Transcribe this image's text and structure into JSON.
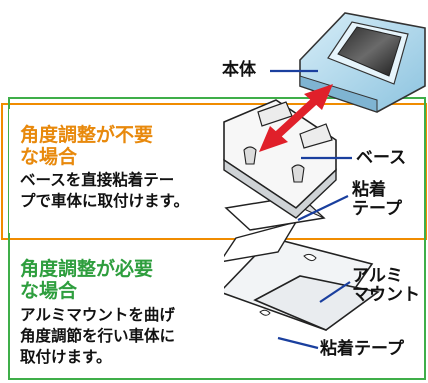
{
  "colors": {
    "orange_frame": "#f08c00",
    "green_frame": "#3fae49",
    "orange_text": "#e8890c",
    "green_text": "#2e9e3e",
    "arrow_red": "#e0202a",
    "device_blue": "#a9d4ea"
  },
  "labels": {
    "main_unit": "本体",
    "base": "ベース",
    "adhesive_tape_1": "粘着\nテープ",
    "aluminum_mount": "アルミ\nマウント",
    "adhesive_tape_2": "粘着テープ"
  },
  "case_no_adjust": {
    "heading": "角度調整が不要\nな場合",
    "description": "ベースを直接粘着テー\nプで車体に取付けます。"
  },
  "case_adjust": {
    "heading": "角度調整が必要\nな場合",
    "description": "アルミマウントを曲げ\n角度調節を行い車体に\n取付けます。"
  },
  "icons": [
    "double-headed-arrow-icon"
  ]
}
